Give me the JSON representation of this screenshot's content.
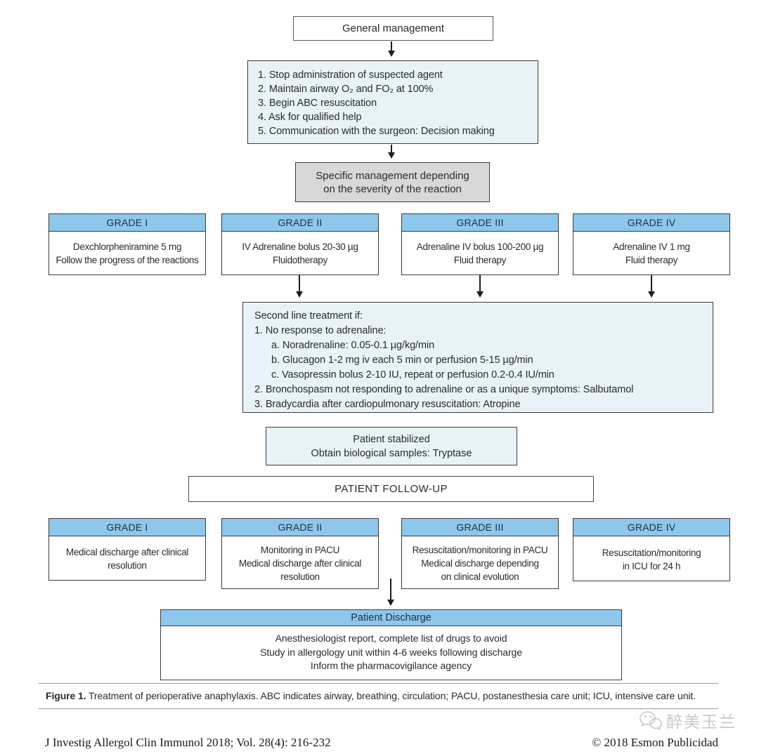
{
  "figure": {
    "nodes": {
      "general_management": "General management",
      "initial_steps": [
        "1. Stop administration of suspected agent",
        "2. Maintain airway O₂ and FO₂ at 100%",
        "3. Begin ABC resuscitation",
        "4. Ask for qualified help",
        "5. Communication with the surgeon: Decision making"
      ],
      "specific_management": [
        "Specific management depending",
        "on the severity of the reaction"
      ],
      "treatment_grades": [
        {
          "title": "GRADE I",
          "lines": [
            "Dexchlorpheniramine 5 mg",
            "Follow the progress of the reactions"
          ]
        },
        {
          "title": "GRADE II",
          "lines": [
            "IV Adrenaline bolus 20-30 µg",
            "Fluidotherapy"
          ]
        },
        {
          "title": "GRADE III",
          "lines": [
            "Adrenaline IV bolus 100-200 µg",
            "Fluid therapy"
          ]
        },
        {
          "title": "GRADE IV",
          "lines": [
            "Adrenaline IV 1 mg",
            "Fluid therapy"
          ]
        }
      ],
      "second_line": {
        "title": "Second line treatment if:",
        "items": [
          "1. No response to adrenaline:",
          "a. Noradrenaline:  0.05-0.1 µg/kg/min",
          "b. Glucagon 1-2 mg iv each 5 min or perfusion 5-15 µg/min",
          "c. Vasopressin bolus 2-10 IU, repeat or perfusion 0.2-0.4 IU/min",
          "2. Bronchospasm not responding to adrenaline or as a unique symptoms: Salbutamol",
          "3. Bradycardia after cardiopulmonary resuscitation: Atropine"
        ]
      },
      "patient_stabilized": [
        "Patient stabilized",
        "Obtain biological samples: Tryptase"
      ],
      "patient_follow_up": "PATIENT FOLLOW-UP",
      "followup_grades": [
        {
          "title": "GRADE I",
          "lines": [
            "Medical discharge after clinical",
            "resolution"
          ]
        },
        {
          "title": "GRADE II",
          "lines": [
            "Monitoring in PACU",
            "Medical discharge after clinical",
            "resolution"
          ]
        },
        {
          "title": "GRADE III",
          "lines": [
            "Resuscitation/monitoring in PACU",
            "Medical discharge depending",
            "on clinical evolution"
          ]
        },
        {
          "title": "GRADE IV",
          "lines": [
            "Resuscitation/monitoring",
            "in ICU for 24 h"
          ]
        }
      ],
      "patient_discharge": {
        "title": "Patient Discharge",
        "lines": [
          "Anesthesiologist report, complete list of drugs to avoid",
          "Study in allergology unit within 4-6 weeks following discharge",
          "Inform the pharmacovigilance agency"
        ]
      }
    },
    "caption": {
      "label": "Figure 1.",
      "text": "Treatment of perioperative anaphylaxis. ABC indicates airway, breathing, circulation; PACU, postanesthesia care unit; ICU, intensive care unit."
    }
  },
  "watermark": {
    "text": "醉美玉兰",
    "icon": "wechat-logo"
  },
  "footer": {
    "citation": "J Investig Allergol Clin Immunol 2018; Vol. 28(4): 216-232",
    "copyright": "© 2018 Esmon Publicidad"
  },
  "colors": {
    "grade_header_blue": "#8ec7ec",
    "light_blue_fill": "#e8f3f8",
    "gray_fill": "#d8d8d8",
    "border_dark": "#3c3c3c"
  }
}
